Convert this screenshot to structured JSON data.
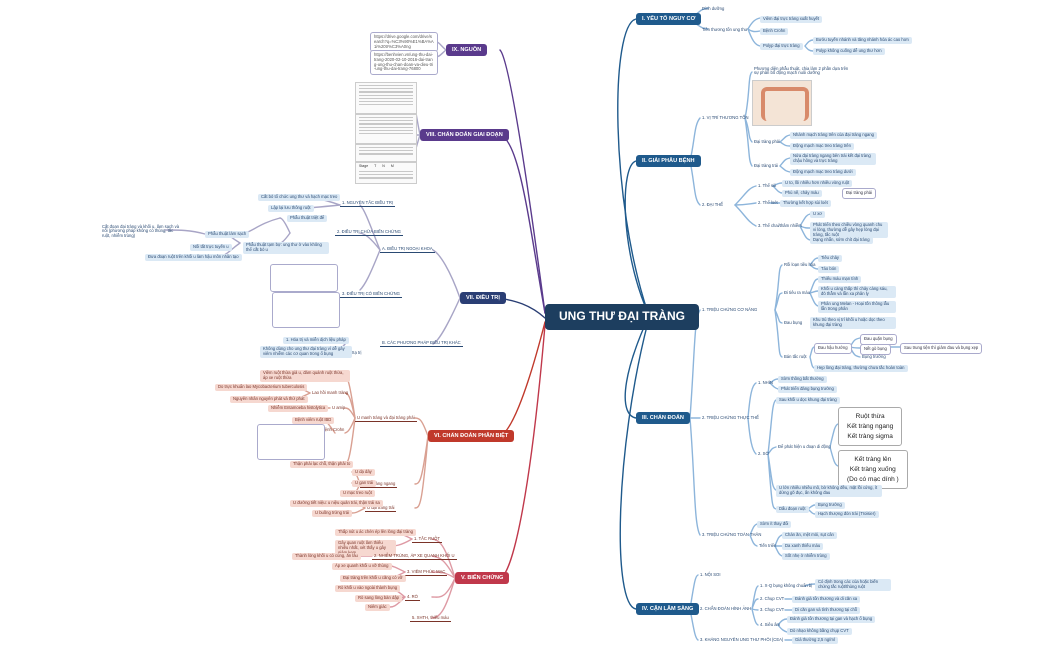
{
  "root": "UNG THƯ ĐẠI TRÀNG",
  "right": {
    "b1": {
      "label": "I. YẾU TỐ NGUY CƠ",
      "items": [
        "Dinh dưỡng",
        "Tiền thương tổn ung thư",
        "Viêm đại trực tràng xuất huyết",
        "Bệnh Crohn",
        "Polyp đại trực tràng",
        "Bướu tuyến nhánh và tăng nhánh hóa ác cao hơn",
        "Polyp không cuống dễ ung thư hơn"
      ]
    },
    "b2": {
      "label": "II. GIẢI PHẪU BỆNH",
      "items": [
        "1. VỊ TRÍ THƯƠNG TỔN",
        "Phương diện phẫu thuật, chia làm 2 phần dựa trên sự phân bố động mạch nuôi dưỡng",
        "Đại tràng phải",
        "Nhánh mạch tràng trên của đại tràng ngang",
        "Động mạch mạc treo tràng trên",
        "Đại tràng trái",
        "Nửa đại tràng ngang bên trái kết đại tràng chậu hông và trực tràng",
        "Động mạch mạc treo tràng dưới",
        "2. ĐẠI THỂ",
        "1. Thể sùi",
        "U to, lồi nhiều hơn nhiều vòng ruột",
        "Phù nề, chảy máu",
        "Đại tràng phải",
        "2. Thể loét",
        "Thường kết hợp sùi loét",
        "3. Thể chai/thâm nhiễm",
        "U xơ",
        "Phát triển theo chiều vòng quanh chu vi lòng, thường dễ gây hẹp lòng đại tràng, tắc ruột",
        "Dạng nhẫn, sớm chít đại tràng"
      ]
    },
    "b3": {
      "label": "III. CHẨN ĐOÁN",
      "items": [
        "1. TRIỆU CHỨNG CƠ NĂNG",
        "Rối loạn tiêu hóa",
        "Tiêu chảy",
        "Táo bón",
        "Đi tiêu ra máu",
        "Thiếu máu mạn tính",
        "Khối u càng thấp thì chảy càng sáu, đỏ thẫm và lẫn xa phân ly",
        "Phân ung Melan - Hoại tốn thông lẫu lẫn trong phân",
        "Đau bụng",
        "Khu trú theo vị trí khối u hoặc dọc theo khung đại tràng",
        "Bán tắc ruột",
        "Đau hậu hướng",
        "Đau quặn bụng",
        "Nết gò bụng",
        "Bụng trướng",
        "Sau trung tiện thì giảm đau và bụng xẹp",
        "Hẹp lòng đại tràng, thường chưa tắc hoàn toàn",
        "2. TRIỆU CHỨNG THỰC THỂ",
        "1. NHÌN",
        "Sờm thông bất thường",
        "Phát triển đáng bụng trường",
        "2. SỜ",
        "Sau khối u dọc khung đại tràng",
        "Để phát hiện u đoạn di động",
        "Ruột thừa",
        "Kết tràng ngang",
        "Kết tràng sigma",
        "Kết tràng lên",
        "Kết tràng xuống",
        "(Do có mạc dính )",
        "U lớn nhiều nhiều mô, bờ không đều, mặt lồi cứng, ít dừng gõ đục, ấn không đau",
        "Dấu đoạn ruột",
        "Bụng trướng",
        "Hạch thượng đòn trái (Troisier)",
        "3. TRIỆU CHỨNG TOÀN THÂN",
        "Sờm ít thay đổi",
        "Tiến triển",
        "Chán ăn, mệt mỏi, sụt cân",
        "Da xanh thiếu máu",
        "Sốt nhẹ ở nhiễm trùng"
      ]
    },
    "b4": {
      "label": "IV. CẬN LÂM SÀNG",
      "items": [
        "1. NỘI SOI",
        "2. CHẨN ĐOÁN HÌNH ẢNH",
        "1. X-Q bụng không chuẩn bị",
        "Có định trong các của hoặc biến chứng tắc ruột/thủng ruột",
        "2. Chụp CVT",
        "Đánh giá tổn thương và di căn xa",
        "3. Chụp CVT",
        "Di căn gan và tình thương tại chỗ",
        "4. Siêu âm",
        "Đánh giá tổn thương tại gan và hạch ổ bụng",
        "Dò nhạo không bằng chụp CVT",
        "3. KHÁNG NGUYÊN UNG THƯ PHÔI (CEA)",
        "Giá thường 2,5 ng/ml"
      ]
    }
  },
  "left": {
    "b9": {
      "label": "IX. NGUỒN",
      "items": [
        "https://drive.google.com/drive/search?q=%C3%90%E1%BA%A1i%20tr%C3%A0ng",
        "https://benhvien.vn/ung-thu-dai-trang-2020-02-10-2016-dai-trang-ung-thu-chan-doan-va-dieu-tri-ung-thu-dai-trang-76800"
      ]
    },
    "b8": {
      "label": "VIII. CHẨN ĐOÁN GIAI ĐOẠN",
      "table_headers": [
        "Stage",
        "T",
        "N",
        "M"
      ]
    },
    "b7": {
      "label": "VII. ĐIỀU TRỊ",
      "items": [
        "A. ĐIỀU TRỊ NGOẠI KHOA",
        "1. NGUYÊN TẮC ĐIỀU TRỊ",
        "Cắt bỏ tổ chức ung thư và hạch mạc treo",
        "Lập lại lưu thông ruột",
        "2. ĐIỀU TRỊ CHỮA BIẾN CHỨNG",
        "Phẫu thuật triệt để",
        "Phẫu thuật làm sạch",
        "Cắt đoạn đại tràng và khối u, làm sạch và nối (phương pháp không có thủng, tắc ruột, nhiễm trùng)",
        "Nối tắt trực tuyến u",
        "Đưa đoạn ruột trên khối u làm hậu môn nhân tạo",
        "Phẫu thuật tạm bợ: ung thư ở vào không thể cắt bỏ u",
        "3. ĐIỀU TRỊ CÓ BIẾN CHỨNG",
        "B. CÁC PHƯƠNG PHÁP ĐIỀU TRỊ KHÁC",
        "1. Hóa trị và miễn dịch liệu pháp",
        "2. Xạ trị",
        "Không dùng cho ung thư đại tràng vì dễ gây viêm nhiễm các cơ quan trong ổ bụng"
      ]
    },
    "b6": {
      "label": "VI. CHẨN ĐOÁN PHÂN BIỆT",
      "items": [
        "U manh tràng và đại tràng phải",
        "Viêm ruột thừa giả u, đám quánh ruột thừa, áp xe ruột thừa",
        "Lao hồi manh tràng",
        "Do trực khuẩn lao Mycobacterium tuberculosis",
        "Nguyên nhân nguyên phát và thứ phát",
        "U amip",
        "Nhiễm Entamoeba histolytica",
        "Bệnh Crohn",
        "Bệnh viêm ruột IBD",
        "Thận phải lạc chỗ, thận phải to",
        "U đại tràng ngang",
        "U dạ dày",
        "U gan trái",
        "U mạc treo ruột",
        "U đại tràng trái",
        "U đường tiết niệu: u niệu quản trái, thận trái sa",
        "U buồng trứng trái"
      ]
    },
    "b5": {
      "label": "V. BIẾN CHỨNG",
      "items": [
        "1. TẮC RUỘT",
        "Thấp nút u ác chèn ép lên lòng đại tràng",
        "Gây quan ruột làm thiếu nhiều nhất, xét thấy u gây giảm kem",
        "2. NHIỄM TRÙNG, ÁP XE QUANH KHỐI U",
        "Thành lòng khối u có cùng, ăn lâu",
        "3. VIÊM PHÚC MẠC",
        "Áp xe quanh khối u vỡ thùng",
        "Đại tràng trên khối u căng có vỡ",
        "4. RÒ",
        "Rò khối u vào ngoài thành bụng",
        "Rò sang lòng bàn dập",
        "Niêm giác",
        "5. XHTH, thiếu máu"
      ]
    }
  },
  "colors": {
    "root": "#1d3e5f",
    "blue": "#1f5a8c",
    "purple": "#5a3a8c",
    "navy": "#2a3e74",
    "red": "#c0392b",
    "crimson": "#c0384b"
  }
}
